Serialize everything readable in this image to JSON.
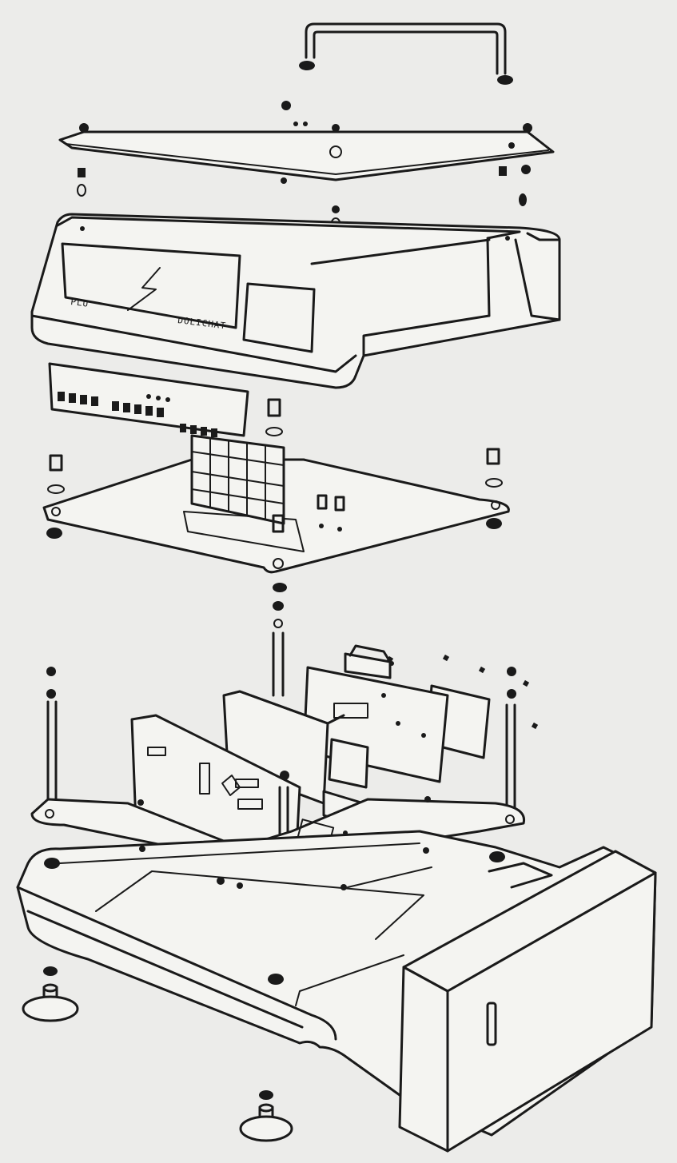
{
  "diagram": {
    "type": "exploded-view",
    "colors": {
      "paper": "#ececea",
      "ink": "#1a1a1a"
    },
    "labels": {
      "display_left": "PLU",
      "display_brand": "DOLICHAT"
    }
  }
}
